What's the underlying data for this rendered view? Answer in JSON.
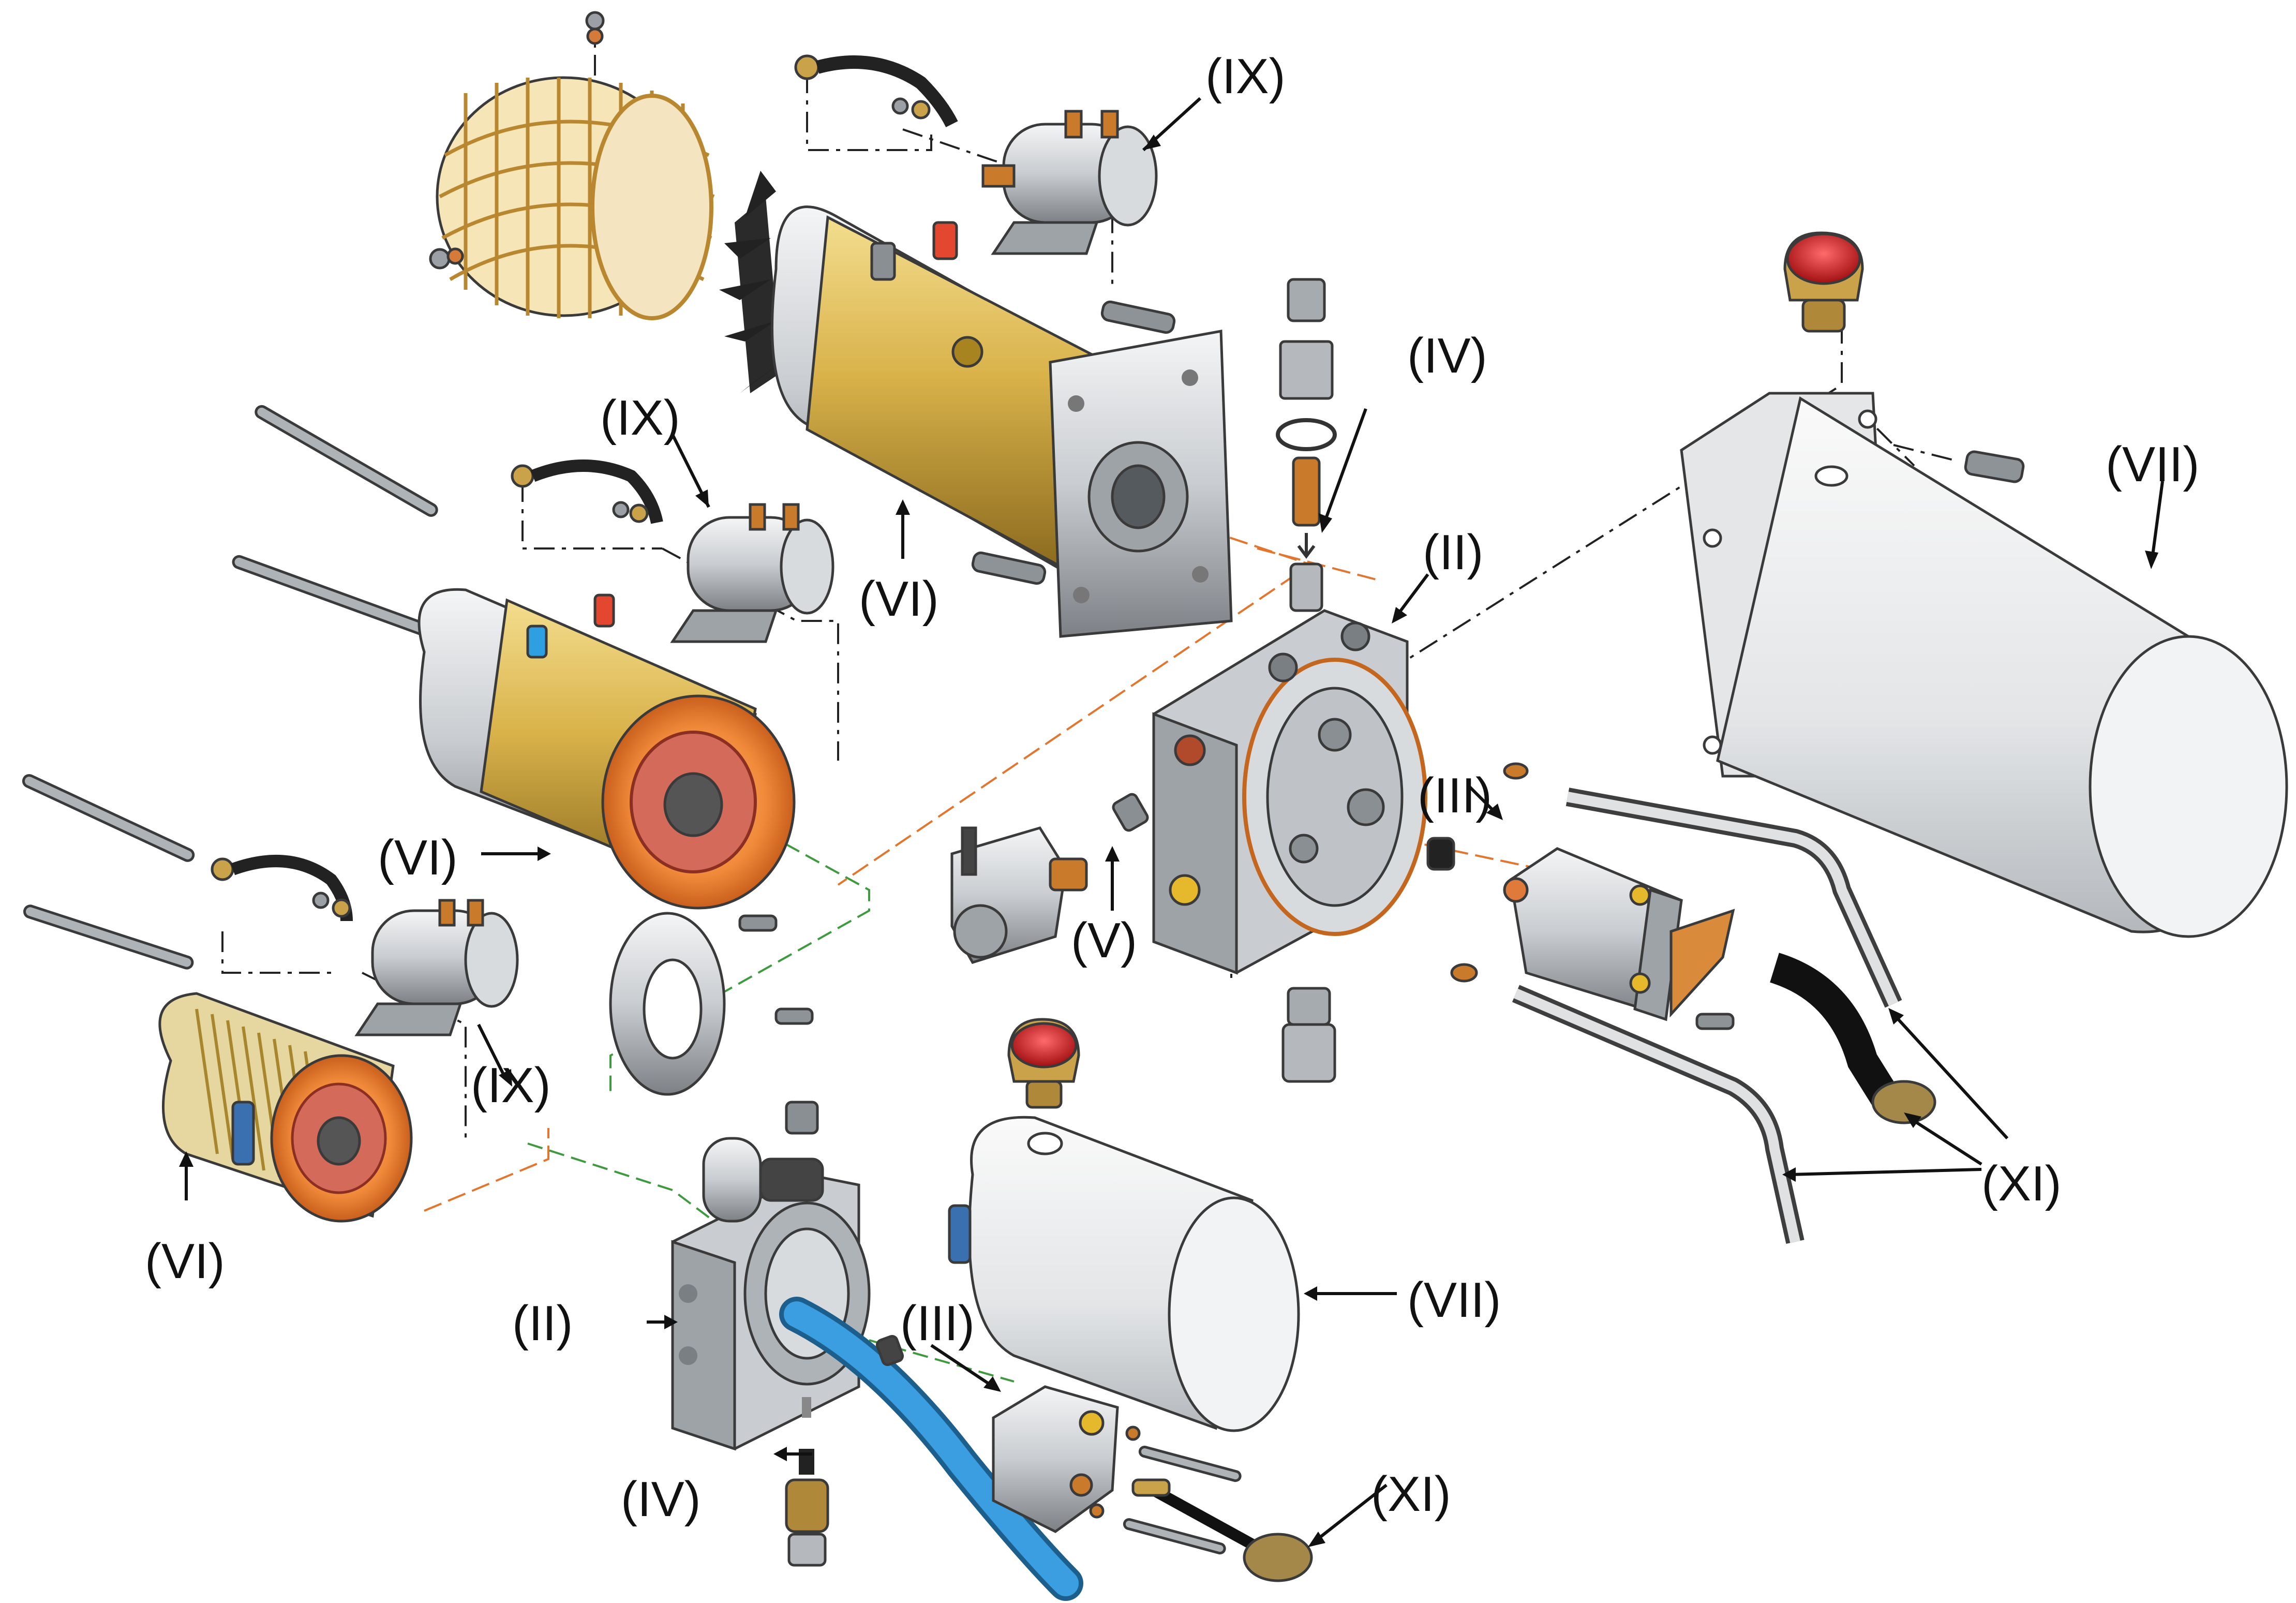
{
  "callouts": {
    "ix_top": "(IX)",
    "ix_mid": "(IX)",
    "ix_low": "(IX)",
    "iv_top": "(IV)",
    "iv_bottom": "(IV)",
    "vii_right": "(VII)",
    "vii_lower": "(VII)",
    "ii_right": "(II)",
    "ii_left": "(II)",
    "vi_top": "(VI)",
    "vi_mid": "(VI)",
    "vi_low": "(VI)",
    "iii_right": "(III)",
    "iii_lower": "(III)",
    "v": "(V)",
    "xi_right": "(XI)",
    "xi_lower": "(XI)"
  },
  "colors": {
    "motor_gold": "#d9b24a",
    "steel": "#c9ccd0",
    "cap_red": "#c8171c",
    "hose_blue": "#3a9ee0",
    "copper": "#c97a2a",
    "dash_orange": "#e2762e",
    "dash_green": "#3f9a3f"
  }
}
